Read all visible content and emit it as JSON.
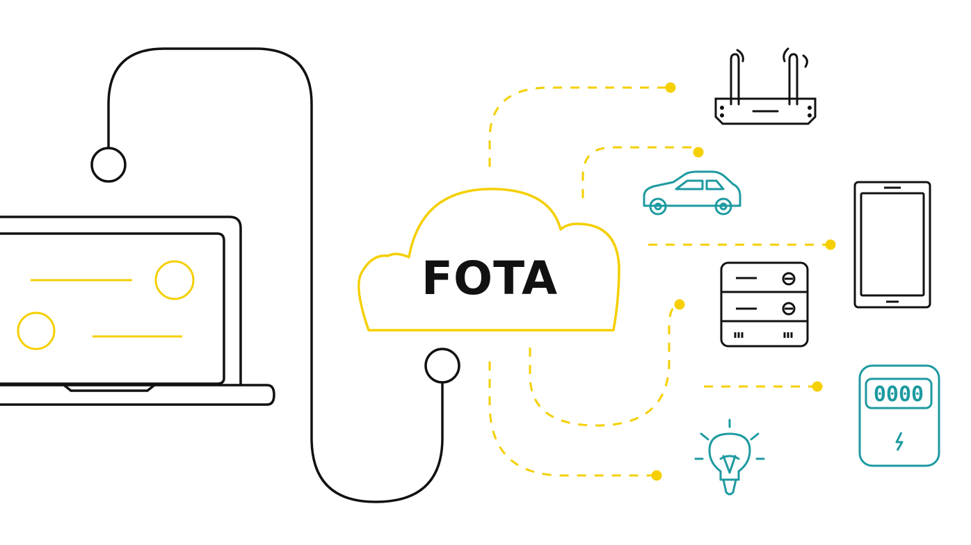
{
  "cloud": {
    "label": "FOTA"
  },
  "devices": {
    "router": {
      "icon": "router-icon"
    },
    "car": {
      "icon": "car-icon"
    },
    "tablet": {
      "icon": "tablet-icon"
    },
    "server": {
      "icon": "server-icon",
      "label": "III"
    },
    "meter": {
      "icon": "smart-meter-icon",
      "digits": "0000"
    },
    "bulb": {
      "icon": "light-bulb-icon"
    }
  },
  "colors": {
    "accent": "#f5cf00",
    "line": "#111111",
    "teal": "#1d9aa0",
    "background": "#ffffff"
  }
}
